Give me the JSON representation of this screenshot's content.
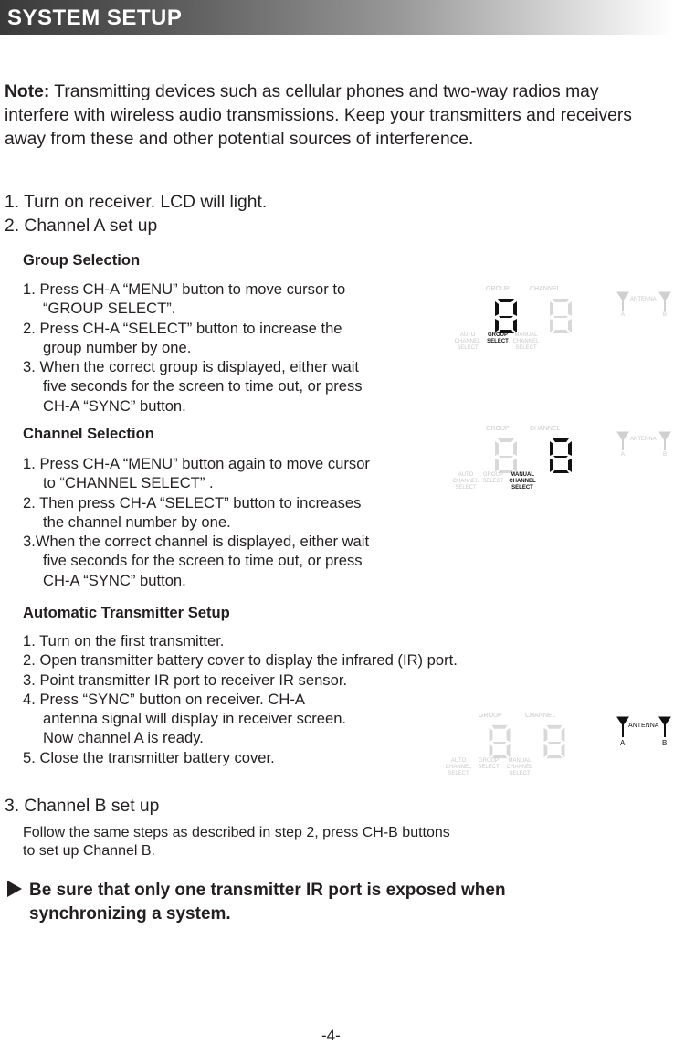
{
  "header": {
    "title": "SYSTEM SETUP"
  },
  "note": {
    "label": "Note:",
    "text": " Transmitting devices such as cellular phones and two-way radios may interfere with wireless audio transmissions. Keep your transmitters and receivers away from these and other potential sources of interference."
  },
  "steps": {
    "s1": "1. Turn on receiver. LCD will light.",
    "s2": "2. Channel A set up",
    "s3": "3. Channel B set up"
  },
  "group_selection": {
    "heading": "Group Selection",
    "l1": "1. Press CH-A “MENU” button to move cursor to",
    "l2": "“GROUP SELECT”.",
    "l3": "2. Press CH-A “SELECT” button to increase the",
    "l4": "group number by one.",
    "l5": "3. When the correct group is displayed, either wait",
    "l6": "five seconds for the screen to time out, or press",
    "l7": "CH-A “SYNC” button."
  },
  "channel_selection": {
    "heading": "Channel Selection",
    "l1": "1. Press CH-A “MENU” button again to move cursor",
    "l2": "to “CHANNEL SELECT” .",
    "l3": "2. Then press CH-A “SELECT” button to increases",
    "l4": "the channel number by one.",
    "l5": "3.When the correct channel is displayed, either wait",
    "l6": "five seconds for the screen to time out, or press",
    "l7": "CH-A “SYNC” button."
  },
  "auto_setup": {
    "heading": "Automatic Transmitter Setup",
    "l1": "1. Turn on the first transmitter.",
    "l2": "2. Open transmitter battery cover to display the infrared (IR) port.",
    "l3": "3. Point  transmitter IR port to receiver IR sensor.",
    "l4": "4. Press “SYNC” button on receiver. CH-A",
    "l5": "antenna signal will display in receiver screen.",
    "l6": "Now channel A is ready.",
    "l7": "5. Close the transmitter battery cover."
  },
  "channel_b": {
    "l1": "Follow the same steps as described in step 2, press CH-B buttons",
    "l2": "to set up Channel B."
  },
  "warning": {
    "l1": "Be sure that only one transmitter IR port is exposed when",
    "l2": "synchronizing a system."
  },
  "lcd": {
    "group": "GROUP",
    "channel": "CHANNEL",
    "auto": "AUTO",
    "channel_word": "CHANNEL",
    "select": "SELECT",
    "manual": "MANUAL",
    "antenna": "ANTENNA",
    "a": "A",
    "b": "B"
  },
  "page_number": "-4-"
}
